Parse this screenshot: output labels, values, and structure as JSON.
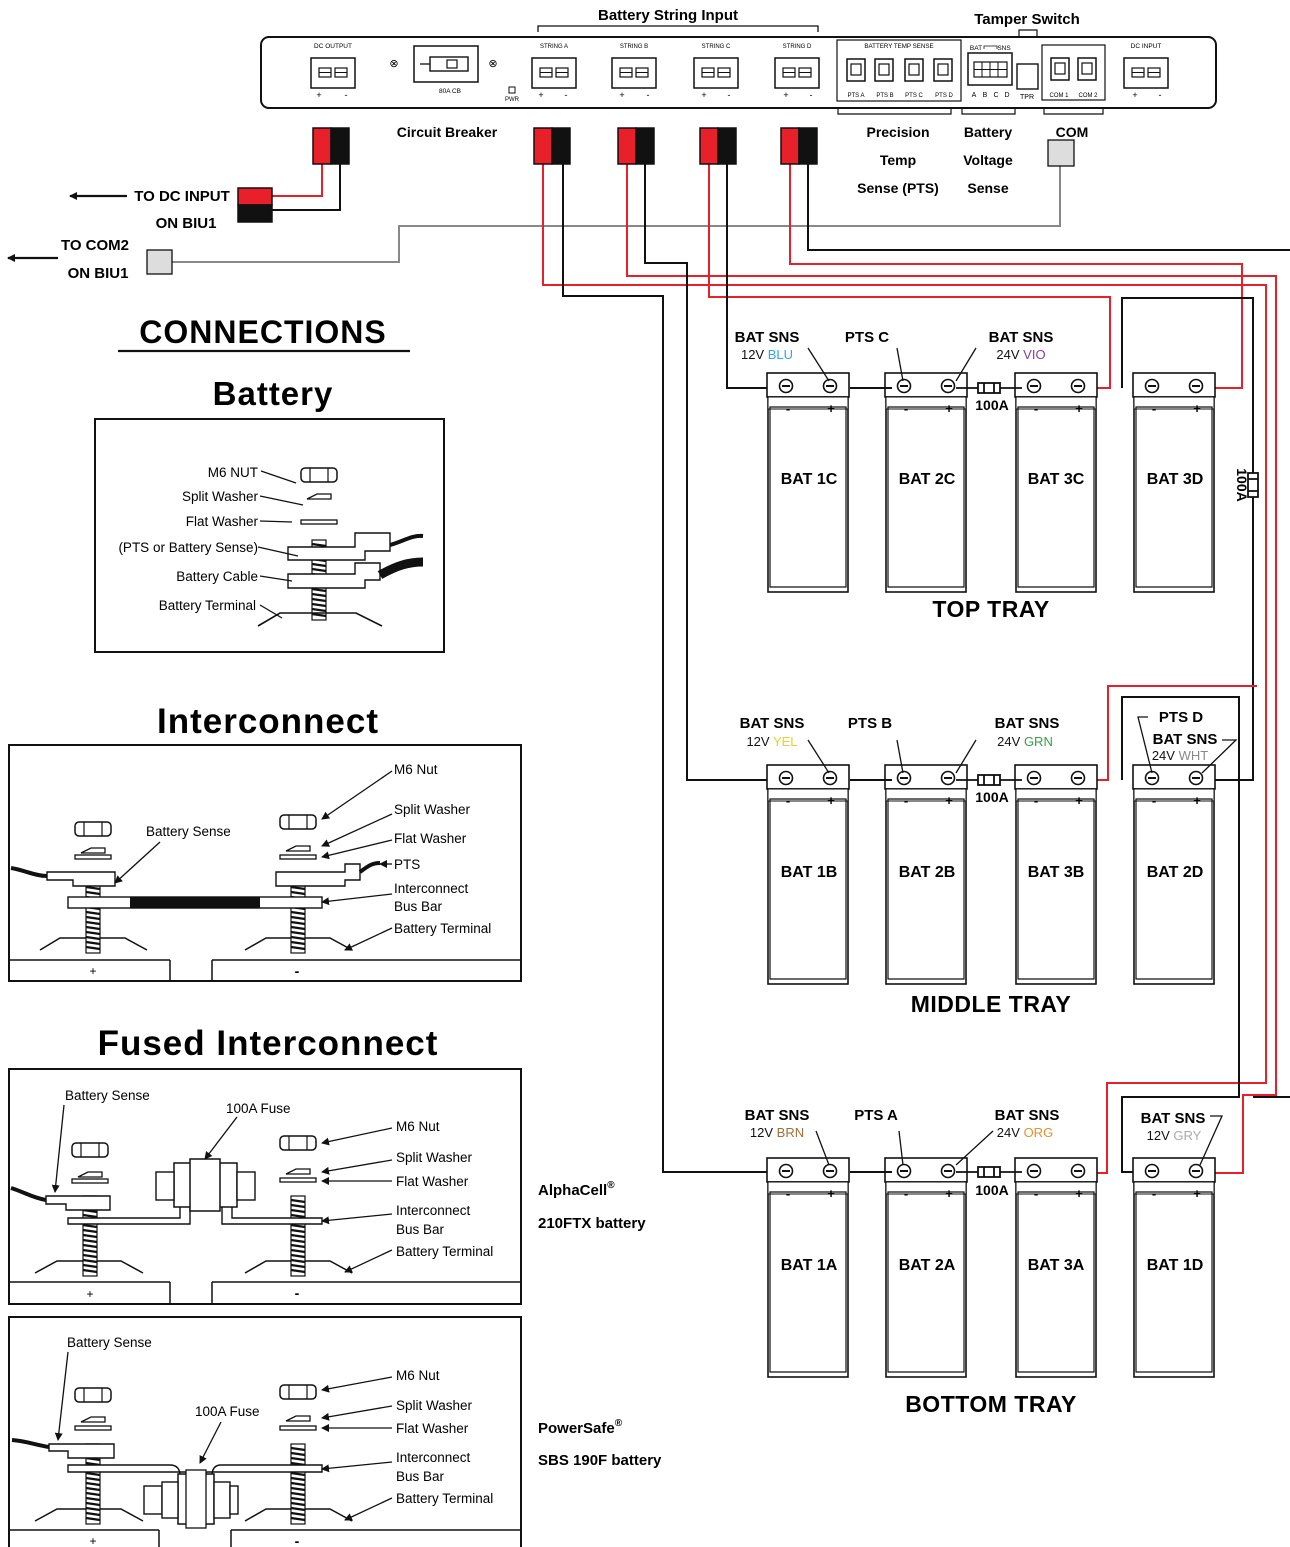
{
  "header": {
    "string_input": "Battery String Input",
    "tamper": "Tamper Switch",
    "dc_output": "DC OUTPUT",
    "cb_rating": "80A CB",
    "pwr": "PWR",
    "string_a": "STRING A",
    "string_b": "STRING B",
    "string_c": "STRING C",
    "string_d": "STRING D",
    "temp_sense": "BATTERY TEMP SENSE",
    "pts_a": "PTS A",
    "pts_b": "PTS B",
    "pts_c": "PTS C",
    "pts_d": "PTS D",
    "bat": "BAT",
    "sns": "SNS",
    "ch_a": "A",
    "ch_b": "B",
    "ch_c": "C",
    "ch_d": "D",
    "tpr": "TPR",
    "com1": "COM 1",
    "com2": "COM 2",
    "dc_input": "DC INPUT",
    "plus": "+",
    "minus": "-"
  },
  "labels": {
    "circuit_breaker": "Circuit Breaker",
    "precision": "Precision",
    "temp": "Temp",
    "sense_pts": "Sense (PTS)",
    "battery": "Battery",
    "voltage": "Voltage",
    "sense": "Sense",
    "com": "COM",
    "to_dc_1": "TO DC INPUT",
    "to_dc_2": "ON BIU1",
    "to_com_1": "TO COM2",
    "to_com_2": "ON BIU1"
  },
  "connections": {
    "title": "CONNECTIONS",
    "battery_title": "Battery",
    "interconnect_title": "Interconnect",
    "fused_title": "Fused Interconnect",
    "battery_box": {
      "m6_nut": "M6 NUT",
      "split_washer": "Split Washer",
      "flat_washer": "Flat Washer",
      "pts_or_sense": "(PTS or Battery Sense)",
      "battery_cable": "Battery Cable",
      "battery_terminal": "Battery Terminal"
    },
    "interconnect_box": {
      "m6_nut": "M6 Nut",
      "battery_sense": "Battery Sense",
      "split_washer": "Split Washer",
      "flat_washer": "Flat Washer",
      "pts": "PTS",
      "bus_bar_1": "Interconnect",
      "bus_bar_2": "Bus Bar",
      "battery_terminal": "Battery Terminal",
      "plus": "+",
      "minus": "-"
    },
    "fused_box": {
      "battery_sense": "Battery Sense",
      "fuse": "100A Fuse",
      "m6_nut": "M6 Nut",
      "split_washer": "Split Washer",
      "flat_washer": "Flat Washer",
      "bus_bar_1": "Interconnect",
      "bus_bar_2": "Bus Bar",
      "battery_terminal": "Battery Terminal",
      "plus": "+",
      "minus": "-"
    },
    "powersafe_box": {
      "battery_sense": "Battery Sense",
      "m6_nut": "M6 Nut",
      "fuse": "100A Fuse",
      "split_washer": "Split Washer",
      "flat_washer": "Flat Washer",
      "bus_bar_1": "Interconnect",
      "bus_bar_2": "Bus Bar",
      "battery_terminal": "Battery Terminal",
      "plus": "+",
      "minus": "-"
    },
    "alphacell_1": "AlphaCell",
    "alphacell_2": "210FTX battery",
    "powersafe_1": "PowerSafe",
    "powersafe_2": "SBS 190F battery",
    "reg": "®"
  },
  "trays": {
    "top": "TOP TRAY",
    "middle": "MIDDLE TRAY",
    "bottom": "BOTTOM TRAY",
    "fuse": "100A",
    "plus": "+",
    "minus": "-",
    "batteries": {
      "b1c": "BAT 1C",
      "b2c": "BAT 2C",
      "b3c": "BAT 3C",
      "b3d": "BAT 3D",
      "b1b": "BAT 1B",
      "b2b": "BAT 2B",
      "b3b": "BAT 3B",
      "b2d": "BAT 2D",
      "b1a": "BAT 1A",
      "b2a": "BAT 2A",
      "b3a": "BAT 3A",
      "b1d": "BAT 1D"
    },
    "bat_sns": "BAT SNS",
    "pts_a": "PTS A",
    "pts_b": "PTS B",
    "pts_c": "PTS C",
    "pts_d": "PTS D",
    "v12": "12V",
    "v24": "24V",
    "blu": "BLU",
    "vio": "VIO",
    "yel": "YEL",
    "grn": "GRN",
    "wht": "WHT",
    "brn": "BRN",
    "org": "ORG",
    "gry": "GRY"
  },
  "colors": {
    "red": "#e8202a",
    "black": "#111111",
    "gray": "#888888",
    "blu": "#2ea8e0",
    "vio": "#8a3d96",
    "yel": "#e6d32a",
    "grn": "#3aa04a",
    "wht": "#888888",
    "brn": "#a0703a",
    "org": "#e8902a",
    "gry": "#aaaaaa"
  }
}
